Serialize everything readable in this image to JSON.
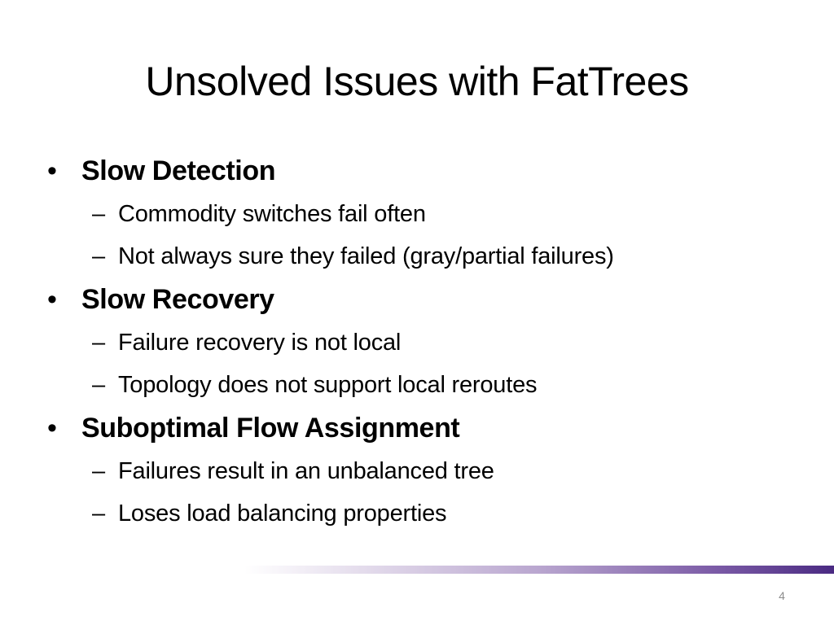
{
  "slide": {
    "title": "Unsolved Issues with FatTrees",
    "bullet_symbol": "•",
    "sub_symbol": "–",
    "bullets": [
      {
        "text": "Slow Detection",
        "subs": [
          "Commodity switches fail often",
          "Not always sure they failed (gray/partial failures)"
        ]
      },
      {
        "text": "Slow Recovery",
        "subs": [
          "Failure recovery is not local",
          "Topology does not support local reroutes"
        ]
      },
      {
        "text": "Suboptimal Flow Assignment",
        "subs": [
          "Failures result in an unbalanced tree",
          "Loses load balancing properties"
        ]
      }
    ],
    "page_number": "4",
    "accent_color": "#4a2a82"
  }
}
